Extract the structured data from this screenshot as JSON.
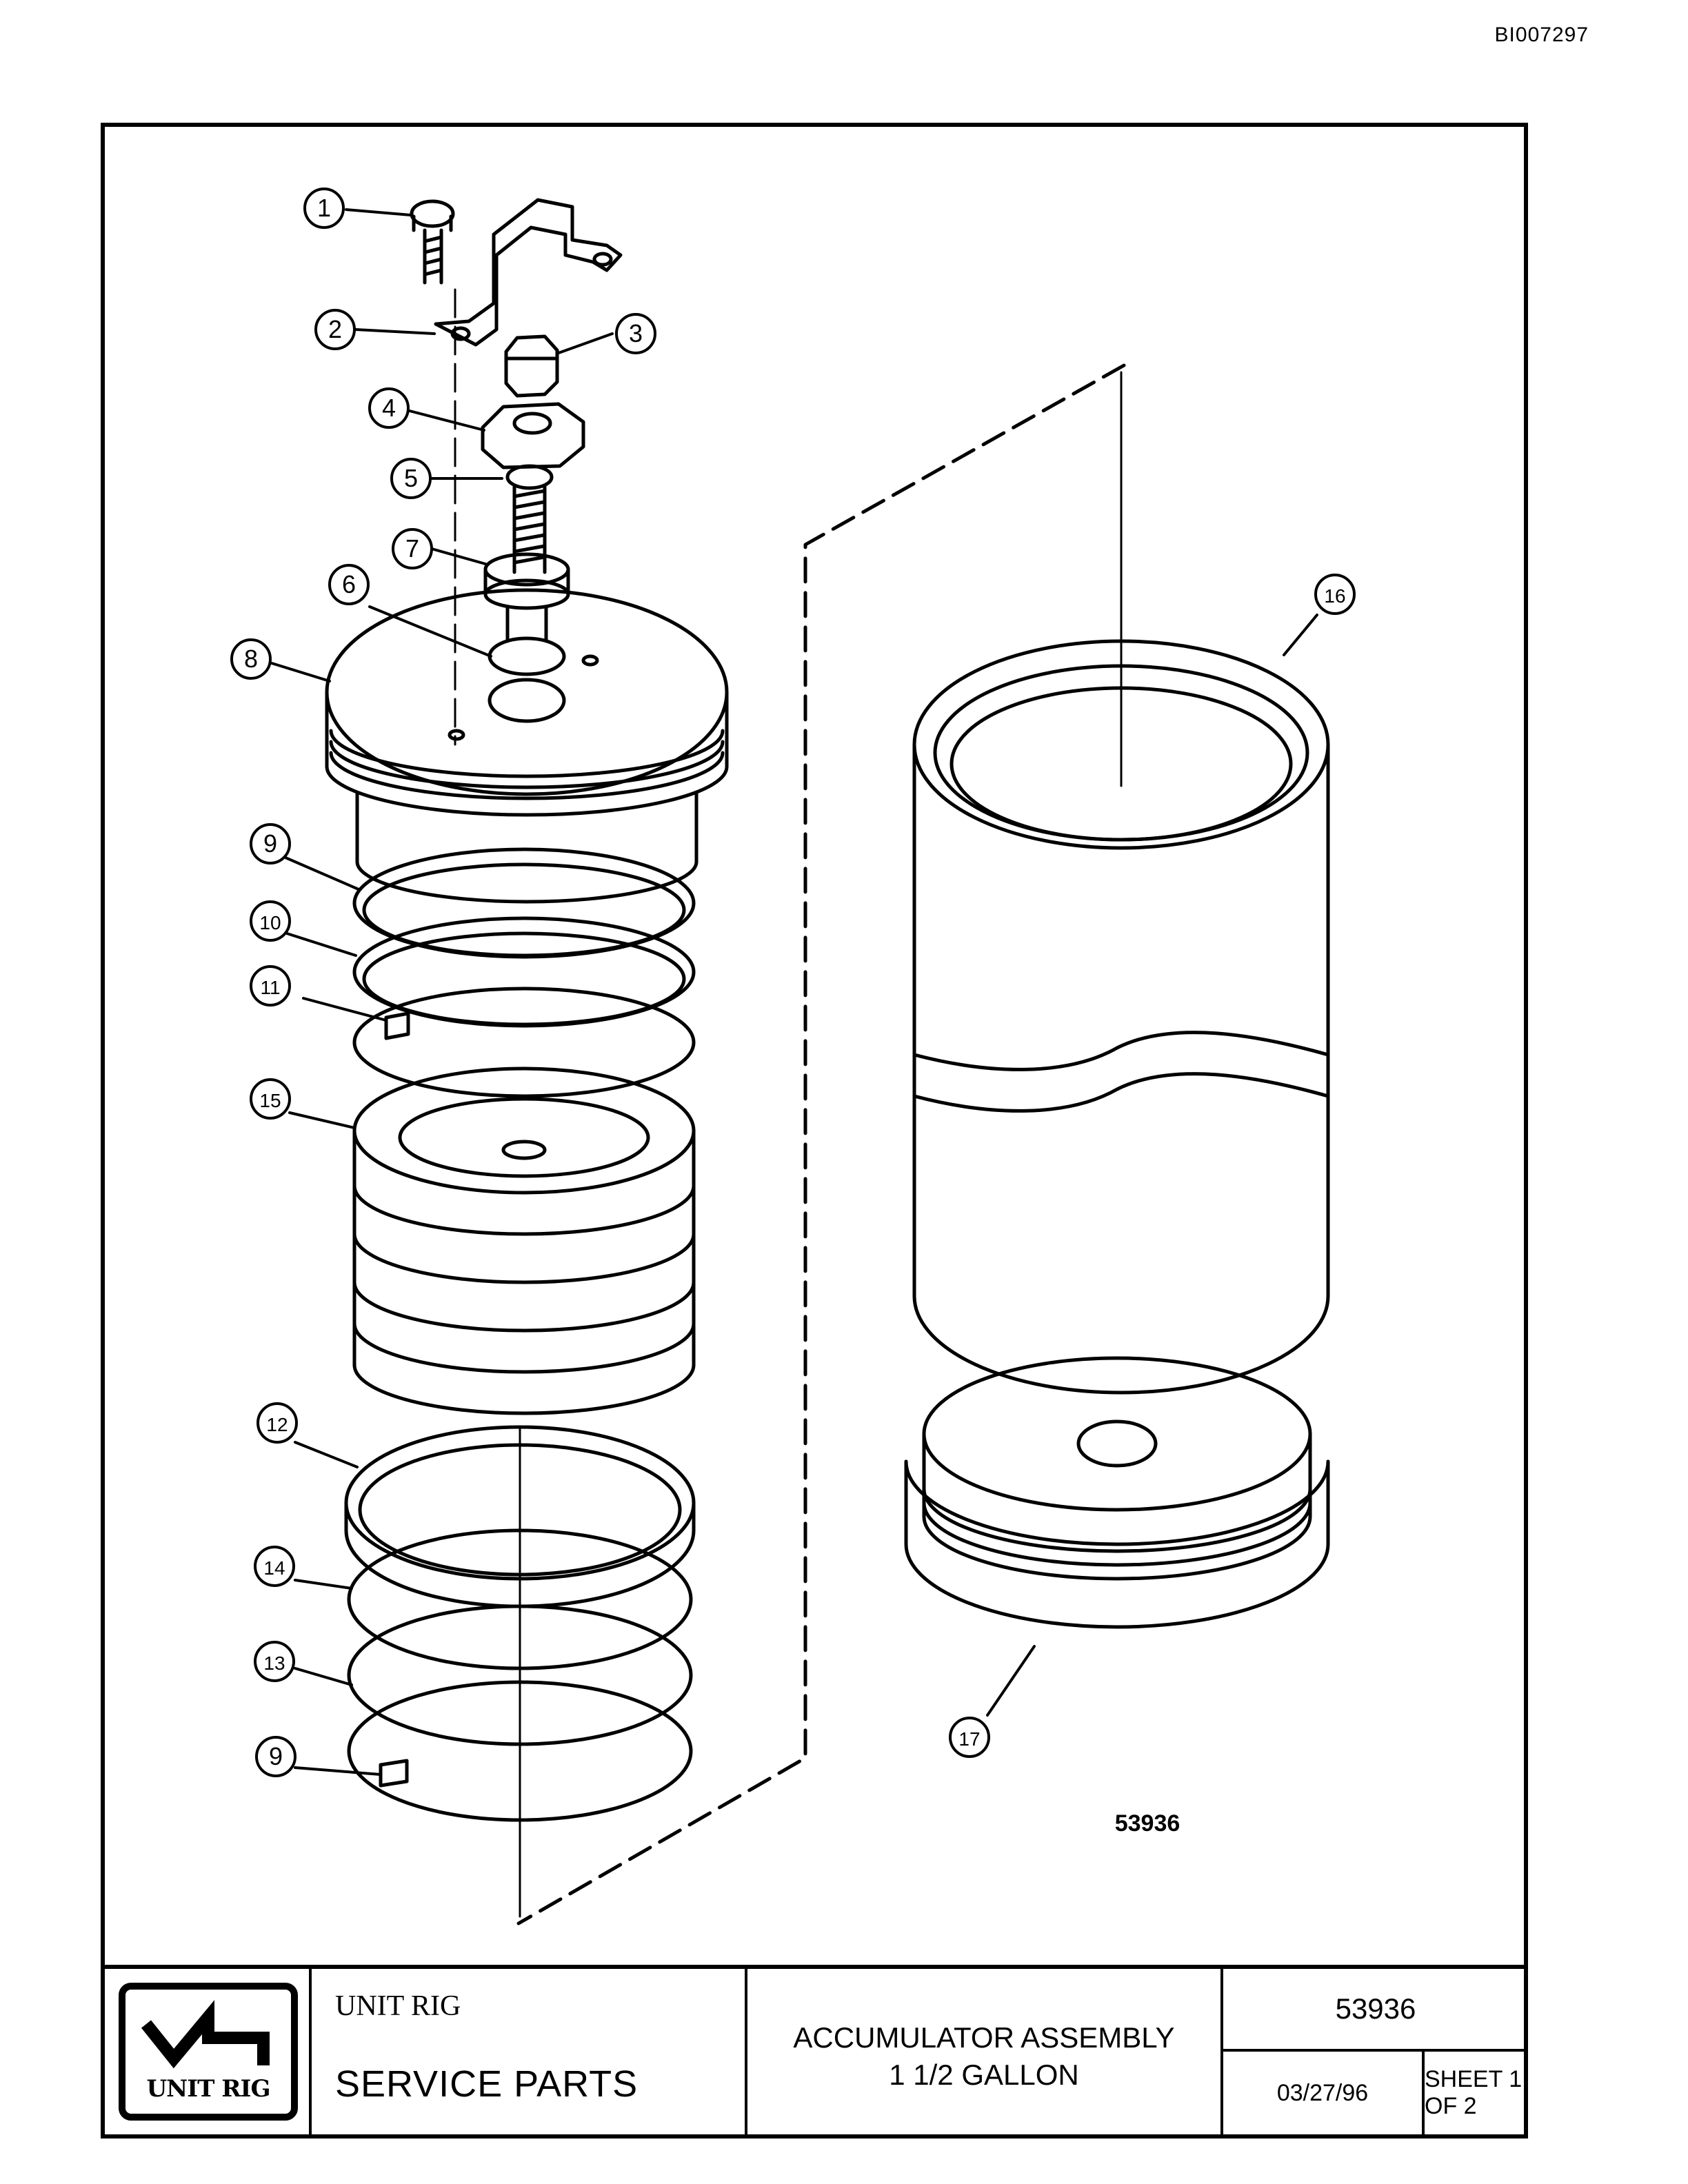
{
  "document": {
    "doc_id": "BI007297",
    "drawing_number": "53936"
  },
  "callouts": [
    "1",
    "2",
    "3",
    "4",
    "5",
    "6",
    "7",
    "8",
    "9",
    "10",
    "11",
    "15",
    "12",
    "14",
    "13",
    "9",
    "16",
    "17"
  ],
  "title_block": {
    "logo_text": "UNIT RIG",
    "company": "UNIT RIG",
    "department": "SERVICE PARTS",
    "title_line1": "ACCUMULATOR ASSEMBLY",
    "title_line2": "1 1/2 GALLON",
    "part_number": "53936",
    "date": "03/27/96",
    "sheet": "SHEET 1 OF 2"
  }
}
